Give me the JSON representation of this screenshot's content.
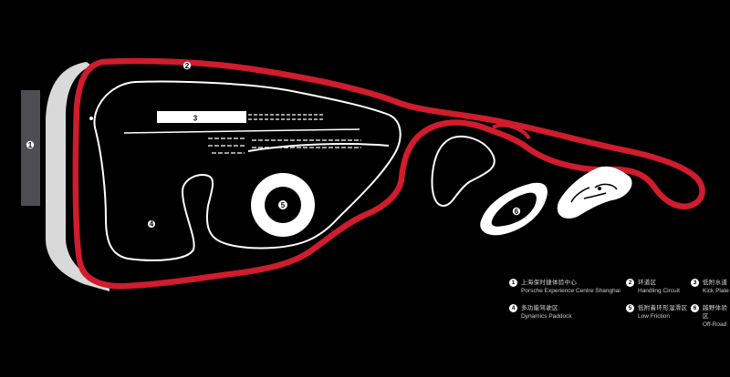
{
  "map": {
    "markers": {
      "m1": "1",
      "m2": "2",
      "m3": "3",
      "m4": "4",
      "m5": "5",
      "m6": "6"
    },
    "colors": {
      "background": "#000000",
      "circuit": "#d01c2c",
      "track": "#ffffff",
      "building": "#4d4d52",
      "apron": "#d9d9d9"
    }
  },
  "legend": [
    {
      "num": "1",
      "zh": "上海保时捷体验中心",
      "en": "Porsche Experience Centre Shanghai"
    },
    {
      "num": "2",
      "zh": "环道区",
      "en": "Handling Circuit"
    },
    {
      "num": "3",
      "zh": "低附水道",
      "en": "Kick Plate"
    },
    {
      "num": "4",
      "zh": "多功能驾驶区",
      "en": "Dynamics Paddock"
    },
    {
      "num": "5",
      "zh": "低附着环形湿滑区",
      "en": "Low Friction"
    },
    {
      "num": "6",
      "zh": "越野体验区",
      "en": "Off-Road"
    }
  ]
}
